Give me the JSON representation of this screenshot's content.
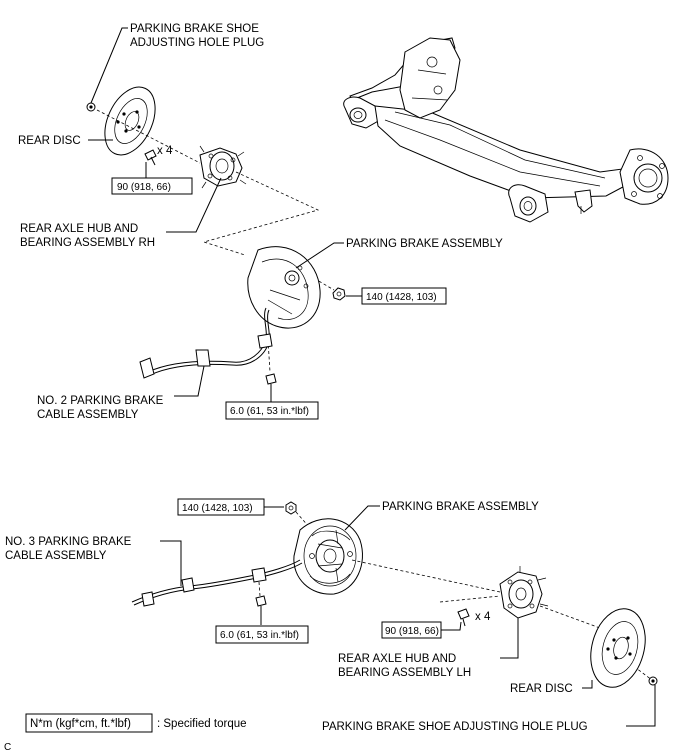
{
  "labels": {
    "rh_plug_line1": "PARKING BRAKE SHOE",
    "rh_plug_line2": "ADJUSTING HOLE PLUG",
    "rh_disc": "REAR DISC",
    "rh_qty": "x 4",
    "rh_hub_line1": "REAR AXLE HUB AND",
    "rh_hub_line2": "BEARING ASSEMBLY RH",
    "rh_pb_assy": "PARKING BRAKE ASSEMBLY",
    "no2_line1": "NO. 2 PARKING BRAKE",
    "no2_line2": "CABLE ASSEMBLY",
    "lh_pb_assy": "PARKING BRAKE ASSEMBLY",
    "no3_line1": "NO. 3 PARKING BRAKE",
    "no3_line2": "CABLE ASSEMBLY",
    "lh_qty": "x 4",
    "lh_hub_line1": "REAR AXLE HUB AND",
    "lh_hub_line2": "BEARING ASSEMBLY LH",
    "lh_disc": "REAR DISC",
    "lh_plug": "PARKING BRAKE SHOE ADJUSTING HOLE PLUG",
    "legend_desc": ": Specified torque",
    "corner_code": "C"
  },
  "torques": {
    "rh_hub_bolt": "90 (918, 66)",
    "rh_backing_nut": "140 (1428, 103)",
    "rh_cable_bolt": "6.0 (61, 53 in.*lbf)",
    "lh_backing_nut": "140 (1428, 103)",
    "lh_cable_bolt": "6.0 (61, 53 in.*lbf)",
    "lh_hub_bolt": "90 (918, 66)",
    "legend_unit": "N*m (kgf*cm, ft.*lbf)"
  }
}
